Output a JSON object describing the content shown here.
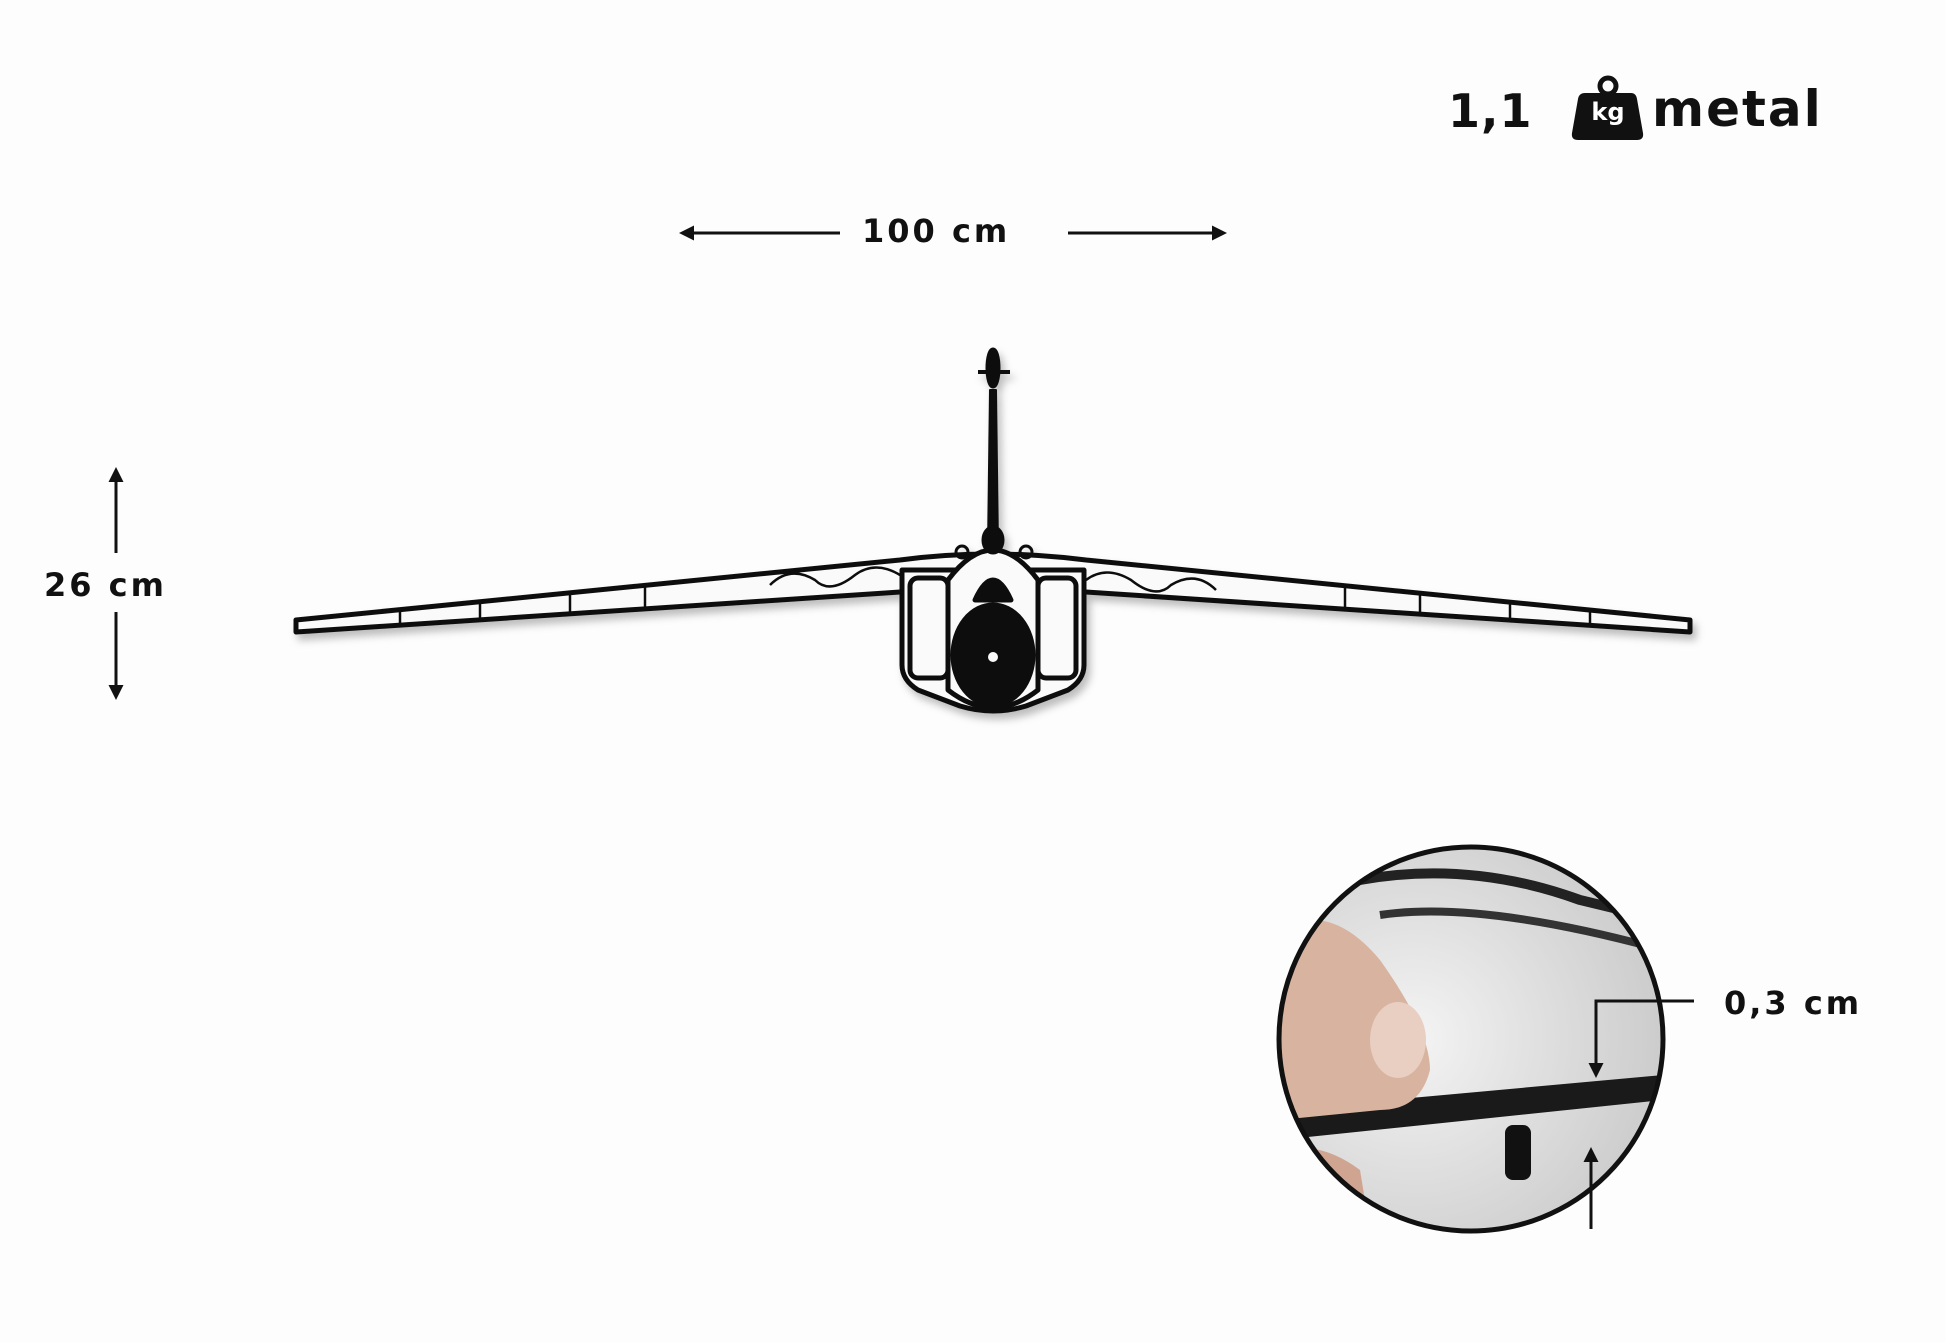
{
  "weight": {
    "value": "1,1",
    "unit_icon": "kg-weight-icon",
    "unit_text": "kg",
    "material": "metal"
  },
  "dimensions": {
    "width": "100 cm",
    "height": "26 cm",
    "thickness": "0,3 cm"
  },
  "colors": {
    "ink": "#111111",
    "background": "#fdfdfd"
  }
}
